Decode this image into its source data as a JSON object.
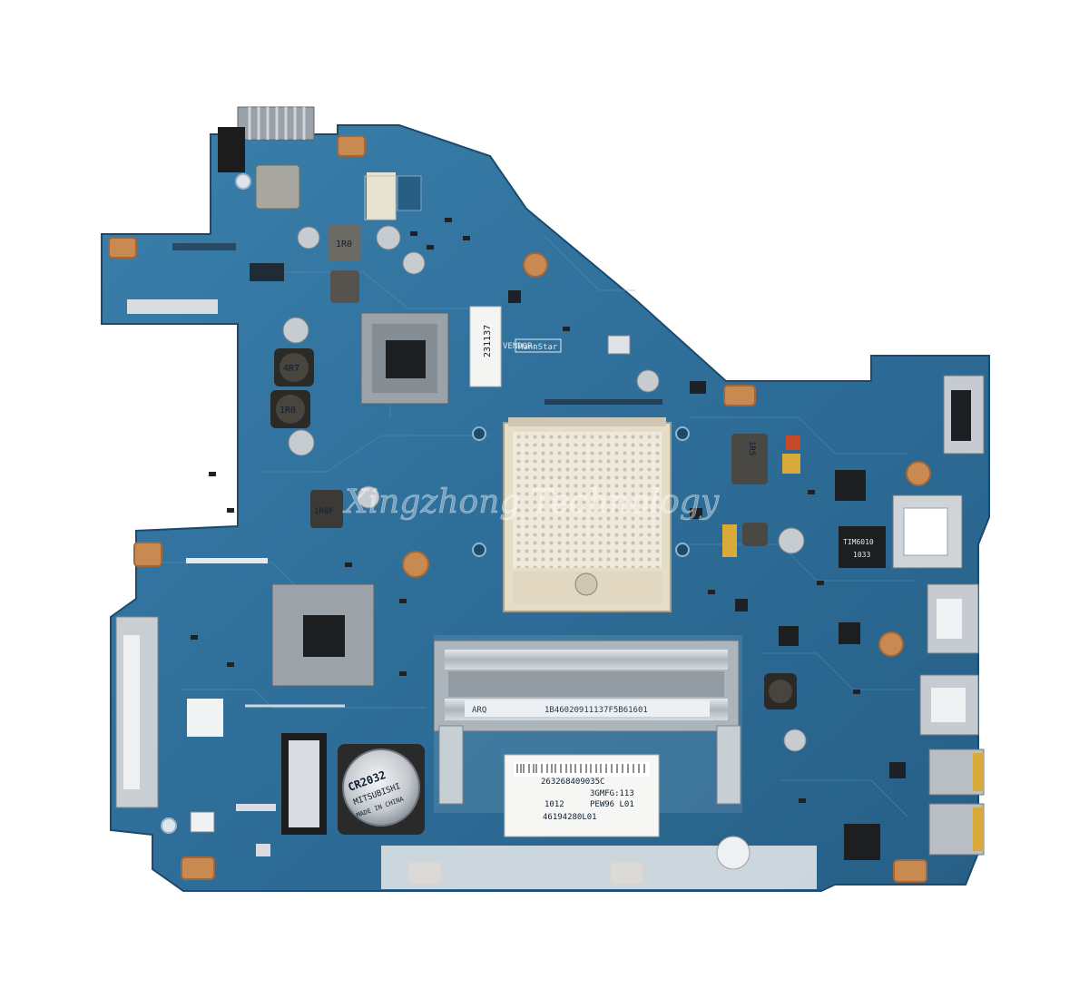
{
  "board": {
    "vendor_label_prefix": "VENDOR:",
    "vendor_name": "HannStar",
    "sticker_code": "231137"
  },
  "watermark": {
    "text": "Xingzhong Technology"
  },
  "battery": {
    "model": "CR2032",
    "brand": "MITSUBISHI",
    "origin": "MADE IN CHINA"
  },
  "inductors": {
    "top": "1R0",
    "left_upper": "4R7",
    "left_lower": "1R0",
    "mid": "1R0F",
    "right": "1R5"
  },
  "ic_label": {
    "line1": "TIM6010",
    "line2": "1033"
  },
  "ram_label": {
    "line1": "ARQ",
    "line2": "1B46020911137F5B61601"
  },
  "main_label": {
    "line1": "263268409035C",
    "line2": "3GMFG:113",
    "line3": "1012",
    "line4": "PEW96 L01",
    "line5": "46194280L01"
  },
  "colors": {
    "pcb": "#2f6f9a",
    "pcb_dark": "#245a80",
    "background": "#ffffff"
  }
}
